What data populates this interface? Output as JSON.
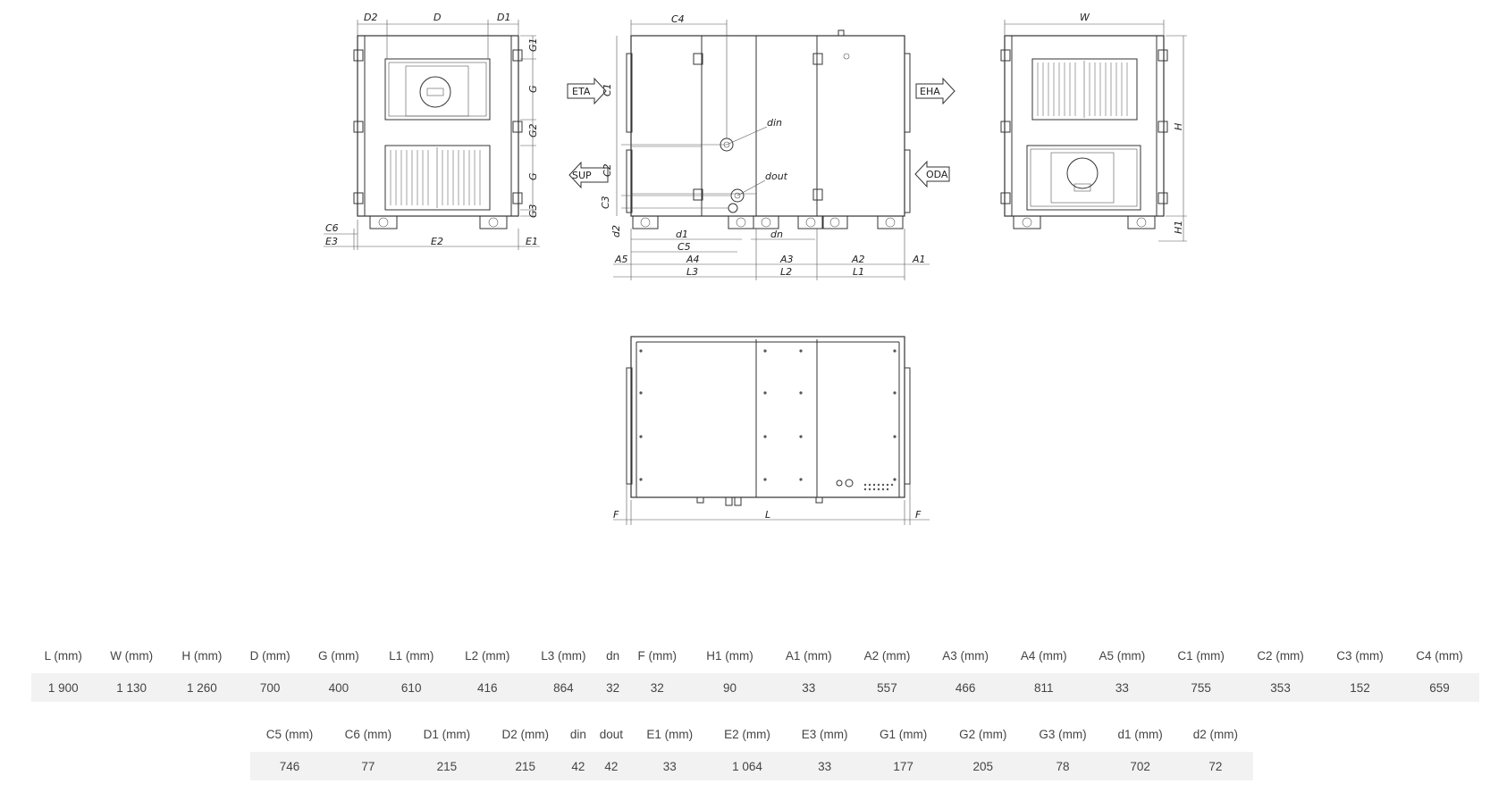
{
  "drawing": {
    "front_top_dims": [
      "D2",
      "D",
      "D1"
    ],
    "front_side_dims": [
      "G1",
      "G",
      "G2",
      "G",
      "G3"
    ],
    "front_bottom_dims": [
      "C6",
      "E3",
      "E2",
      "E1"
    ],
    "side_ports": {
      "eta": "ETA",
      "sup": "SUP",
      "eha": "EHA",
      "oda": "ODA"
    },
    "side_labels": {
      "c4": "C4",
      "c1": "C1",
      "c2": "C2",
      "c3": "C3",
      "d2": "d2",
      "din": "din",
      "dout": "dout",
      "dn": "dn",
      "d1": "d1",
      "c5": "C5"
    },
    "side_bottom_row1": [
      "A5",
      "A4",
      "A3",
      "A2",
      "A1"
    ],
    "side_bottom_row2": [
      "L3",
      "L2",
      "L1"
    ],
    "rear_labels": {
      "w": "W",
      "h": "H",
      "h1": "H1"
    },
    "top_labels": {
      "f_left": "F",
      "l": "L",
      "f_right": "F"
    }
  },
  "spec_table_1": {
    "headers": [
      "L (mm)",
      "W (mm)",
      "H (mm)",
      "D (mm)",
      "G (mm)",
      "L1 (mm)",
      "L2 (mm)",
      "L3 (mm)",
      "dn",
      "F (mm)",
      "H1 (mm)",
      "A1 (mm)",
      "A2 (mm)",
      "A3 (mm)",
      "A4 (mm)",
      "A5 (mm)",
      "C1 (mm)",
      "C2 (mm)",
      "C3 (mm)",
      "C4 (mm)"
    ],
    "values": [
      "1 900",
      "1 130",
      "1 260",
      "700",
      "400",
      "610",
      "416",
      "864",
      "32",
      "32",
      "90",
      "33",
      "557",
      "466",
      "811",
      "33",
      "755",
      "353",
      "152",
      "659"
    ]
  },
  "spec_table_2": {
    "headers": [
      "C5 (mm)",
      "C6 (mm)",
      "D1 (mm)",
      "D2 (mm)",
      "din",
      "dout",
      "E1 (mm)",
      "E2 (mm)",
      "E3 (mm)",
      "G1 (mm)",
      "G2 (mm)",
      "G3 (mm)",
      "d1 (mm)",
      "d2 (mm)"
    ],
    "values": [
      "746",
      "77",
      "215",
      "215",
      "42",
      "42",
      "33",
      "1 064",
      "33",
      "177",
      "205",
      "78",
      "702",
      "72"
    ]
  }
}
